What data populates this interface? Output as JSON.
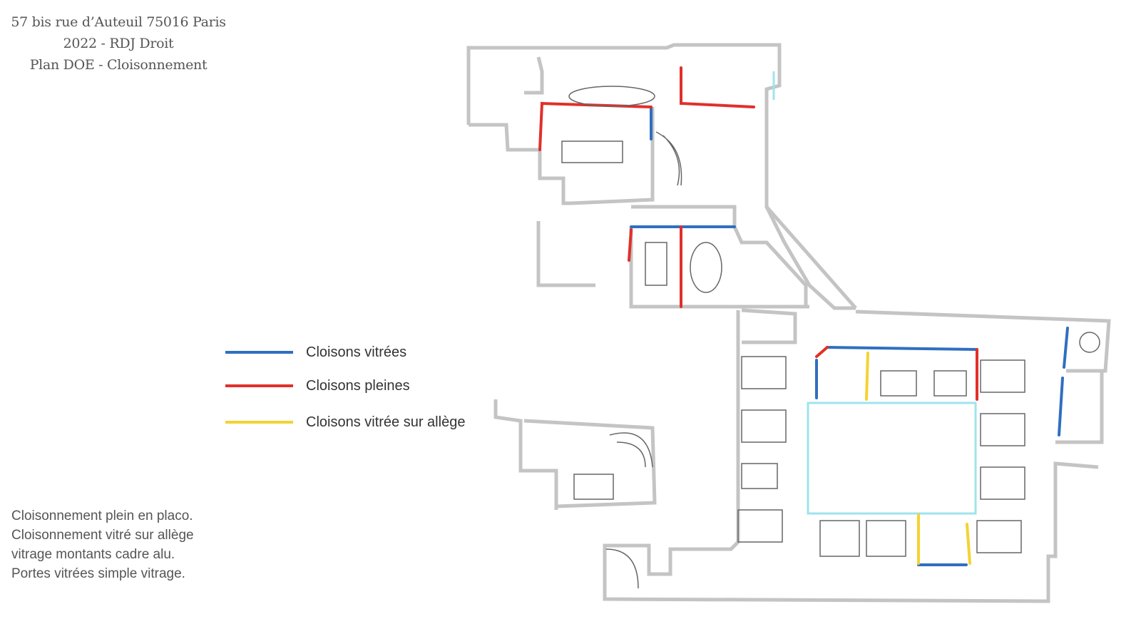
{
  "header": {
    "address": "57 bis rue d’Auteuil 75016 Paris",
    "project": "2022 - RDJ Droit",
    "plan_title": "Plan DOE - Cloisonnement"
  },
  "legend": [
    {
      "label": "Cloisons vitrées",
      "color": "#2f6fc0"
    },
    {
      "label": "Cloisons pleines",
      "color": "#e0302a"
    },
    {
      "label": "Cloisons vitrée sur allège",
      "color": "#f5d232"
    }
  ],
  "notes": [
    "Cloisonnement plein en placo.",
    "Cloisonnement vitré sur allège",
    "vitrage montants cadre alu.",
    "Portes vitrées simple vitrage."
  ],
  "colors": {
    "wall": "#c4c4c4",
    "glass_frame": "#9fe3ec",
    "furniture": "#666666"
  }
}
